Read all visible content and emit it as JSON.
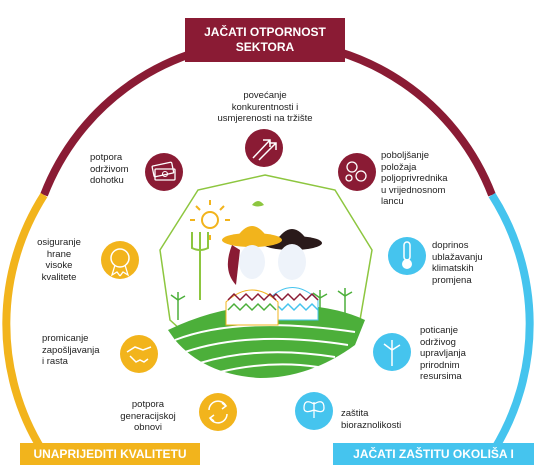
{
  "banners": {
    "top": "JAČATI OTPORNOST SEKTORA",
    "bottom_left": "UNAPRIJEDITI KVALITETU",
    "bottom_right": "JAČATI ZAŠTITU OKOLIŠA I"
  },
  "objectives": [
    {
      "id": "competitiveness",
      "label": "povećanje konkurentnosti i usmjerenosti na tržište",
      "icon": "trend-arrows-icon",
      "color": "#8a1b34"
    },
    {
      "id": "value-chain",
      "label": "poboljšanje položaja poljoprivrednika u vrijednosnom lancu",
      "icon": "produce-icon",
      "color": "#8a1b34"
    },
    {
      "id": "climate",
      "label": "doprinos ublažavanju klimatskih promjena",
      "icon": "thermometer-icon",
      "color": "#45c4ee"
    },
    {
      "id": "resources",
      "label": "poticanje održivog upravljanja prirodnim resursima",
      "icon": "wind-turbine-icon",
      "color": "#45c4ee"
    },
    {
      "id": "biodiversity",
      "label": "zaštita bioraznolikosti",
      "icon": "butterfly-icon",
      "color": "#45c4ee"
    },
    {
      "id": "generational",
      "label": "potpora generacijskoj obnovi",
      "icon": "cycle-arrows-icon",
      "color": "#f2b41c"
    },
    {
      "id": "employment",
      "label": "promicanje zapošljavanja i rasta",
      "icon": "handshake-icon",
      "color": "#f2b41c"
    },
    {
      "id": "quality",
      "label": "osiguranje hrane visoke kvalitete",
      "icon": "quality-badge-icon",
      "color": "#f2b41c"
    },
    {
      "id": "income",
      "label": "potpora održivom dohotku",
      "icon": "money-icon",
      "color": "#8a1b34"
    }
  ],
  "label_lines": {
    "competitiveness": [
      "povećanje",
      "konkurentnosti i",
      "usmjerenosti na tržište"
    ],
    "value-chain": [
      "poboljšanje",
      "položaja",
      "poljoprivrednika",
      "u vrijednosnom",
      "lancu"
    ],
    "climate": [
      "doprinos",
      "ublažavanju",
      "klimatskih",
      "promjena"
    ],
    "resources": [
      "poticanje",
      "održivog",
      "upravljanja",
      "prirodnim",
      "resursima"
    ],
    "biodiversity": [
      "zaštita",
      "bioraznolikosti"
    ],
    "generational": [
      "potpora",
      "generacijskoj",
      "obnovi"
    ],
    "employment": [
      "promicanje",
      "zapošljavanja",
      "i rasta"
    ],
    "quality": [
      "osiguranje",
      "hrane",
      "visoke",
      "kvalitete"
    ],
    "income": [
      "potpora",
      "održivom",
      "dohotku"
    ]
  },
  "colors": {
    "resilience": "#8a1b34",
    "quality": "#f2b41c",
    "environment": "#45c4ee",
    "field_green": "#4caf3a"
  }
}
